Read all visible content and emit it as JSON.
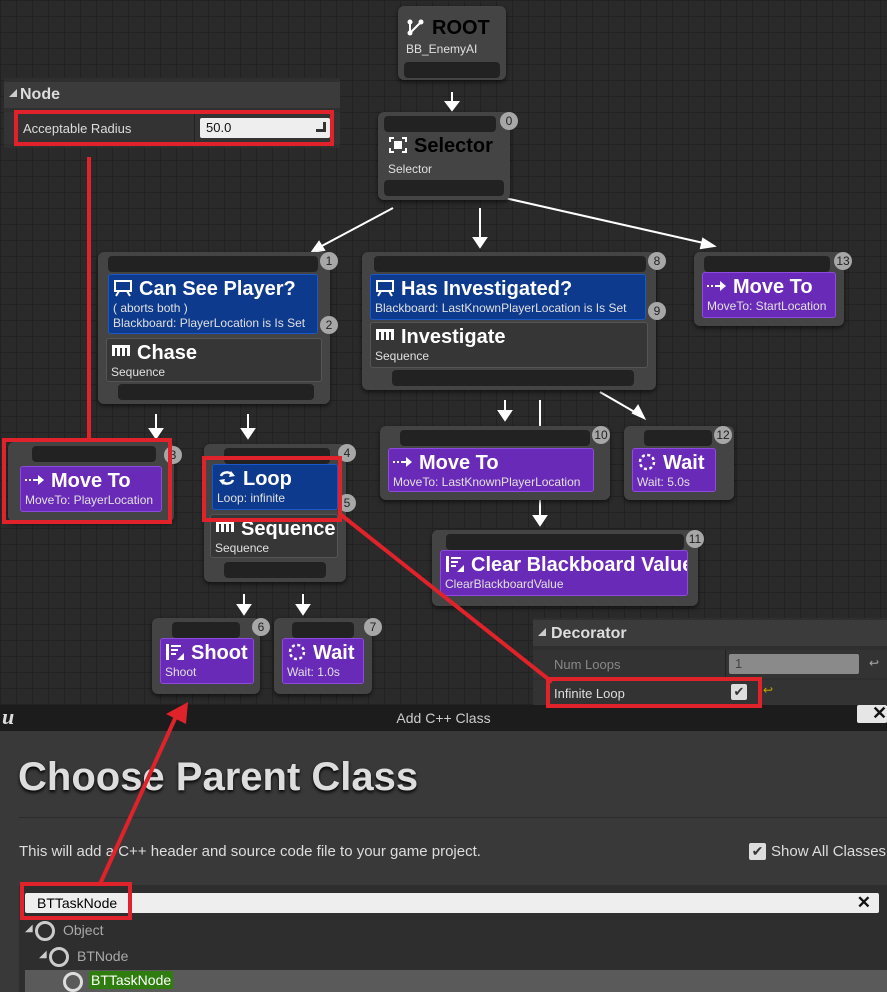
{
  "graph": {
    "root": {
      "title": "ROOT",
      "subtitle": "BB_EnemyAI"
    },
    "selector": {
      "index": "0",
      "title": "Selector",
      "subtitle": "Selector"
    },
    "can_see_player": {
      "index": "1",
      "title": "Can See Player?",
      "line1": "( aborts both )",
      "line2": "Blackboard: PlayerLocation is Is Set",
      "chase_index": "2",
      "chase_title": "Chase",
      "chase_sub": "Sequence"
    },
    "move_to_player": {
      "index": "3",
      "title": "Move To",
      "subtitle": "MoveTo: PlayerLocation"
    },
    "loop_seq": {
      "index": "4",
      "loop_title": "Loop",
      "loop_sub": "Loop: infinite",
      "seq_index": "5",
      "seq_title": "Sequence",
      "seq_sub": "Sequence"
    },
    "shoot": {
      "index": "6",
      "title": "Shoot",
      "subtitle": "Shoot"
    },
    "wait1": {
      "index": "7",
      "title": "Wait",
      "subtitle": "Wait: 1.0s"
    },
    "has_investigated": {
      "index": "8",
      "title": "Has Investigated?",
      "line1": "Blackboard: LastKnownPlayerLocation is Is Set",
      "inv_index": "9",
      "inv_title": "Investigate",
      "inv_sub": "Sequence"
    },
    "move_to_last": {
      "index": "10",
      "title": "Move To",
      "subtitle": "MoveTo: LastKnownPlayerLocation"
    },
    "clear_bb": {
      "index": "11",
      "title": "Clear Blackboard Value",
      "subtitle": "ClearBlackboardValue"
    },
    "wait5": {
      "index": "12",
      "title": "Wait",
      "subtitle": "Wait: 5.0s"
    },
    "move_to_start": {
      "index": "13",
      "title": "Move To",
      "subtitle": "MoveTo: StartLocation"
    }
  },
  "node_panel": {
    "header": "Node",
    "prop_label": "Acceptable Radius",
    "prop_value": "50.0"
  },
  "decorator_panel": {
    "header": "Decorator",
    "num_loops_label": "Num Loops",
    "num_loops_value": "1",
    "infinite_loop_label": "Infinite Loop"
  },
  "dialog": {
    "window_title": "Add C++ Class",
    "heading": "Choose Parent Class",
    "description": "This will add a C++ header and source code file to your game project.",
    "show_all_label": "Show All Classes",
    "search_value": "BTTaskNode",
    "tree": [
      "Object",
      "BTNode",
      "BTTaskNode"
    ]
  },
  "colors": {
    "highlight": "#e0222b",
    "composite": "#444444",
    "decorator": "#0d3a8c",
    "task": "#6a2ab8",
    "selected": "#2e7d0e"
  }
}
